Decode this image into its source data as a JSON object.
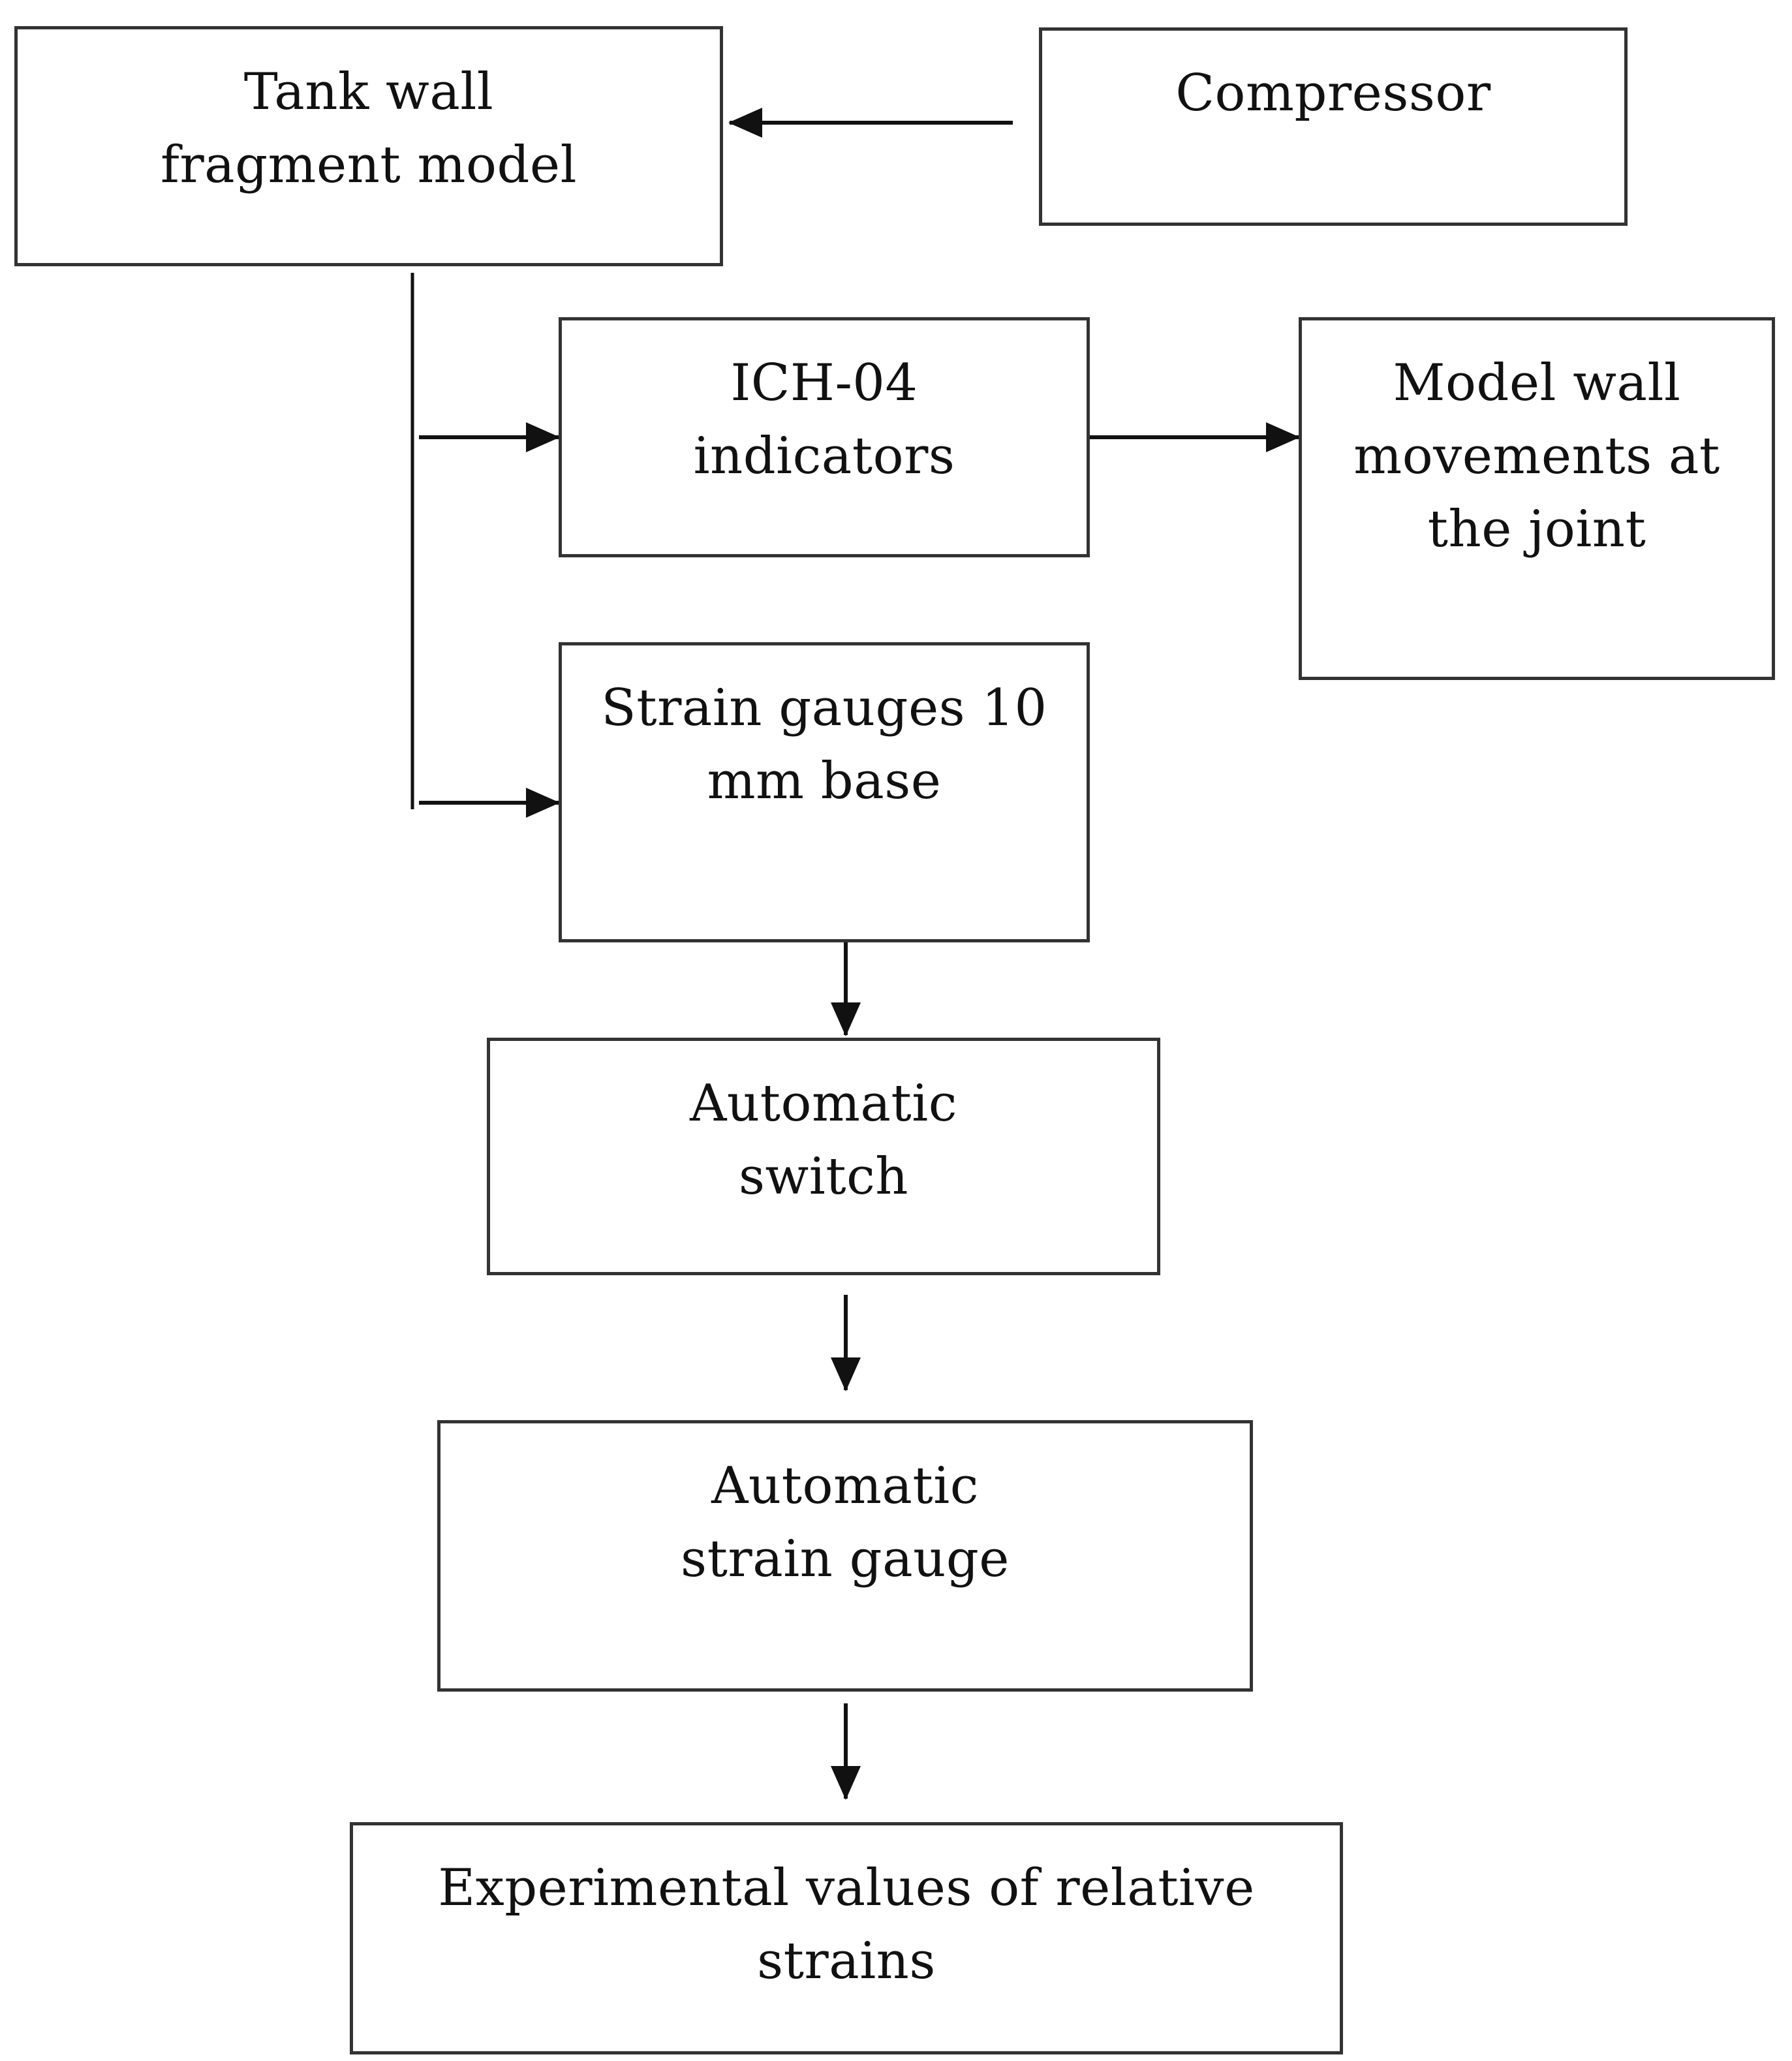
{
  "diagram": {
    "nodes": {
      "tank_wall": {
        "lines": [
          "Tank wall",
          "fragment model"
        ]
      },
      "compressor": {
        "lines": [
          "Compressor"
        ]
      },
      "indicators": {
        "lines": [
          "ICH-04",
          "indicators"
        ]
      },
      "model_wall": {
        "lines": [
          "Model wall",
          "movements at",
          "the joint"
        ]
      },
      "strain_gauges": {
        "lines": [
          "Strain gauges  10",
          "mm base"
        ]
      },
      "auto_switch": {
        "lines": [
          "Automatic",
          "switch"
        ]
      },
      "auto_strain_gauge": {
        "lines": [
          "Automatic",
          "strain gauge"
        ]
      },
      "experimental": {
        "lines": [
          "Experimental values of relative",
          "strains"
        ]
      }
    },
    "edges": [
      {
        "from": "Compressor",
        "to": "Tank wall fragment model"
      },
      {
        "from": "Tank wall fragment model",
        "to": "ICH-04 indicators"
      },
      {
        "from": "Tank wall fragment model",
        "to": "Strain gauges 10 mm base"
      },
      {
        "from": "ICH-04 indicators",
        "to": "Model wall movements at the joint"
      },
      {
        "from": "Strain gauges 10 mm base",
        "to": "Automatic switch"
      },
      {
        "from": "Automatic switch",
        "to": "Automatic strain gauge"
      },
      {
        "from": "Automatic strain gauge",
        "to": "Experimental values of relative strains"
      }
    ],
    "colors": {
      "stroke": "#111111",
      "box_border": "#333333",
      "background": "#ffffff"
    }
  }
}
